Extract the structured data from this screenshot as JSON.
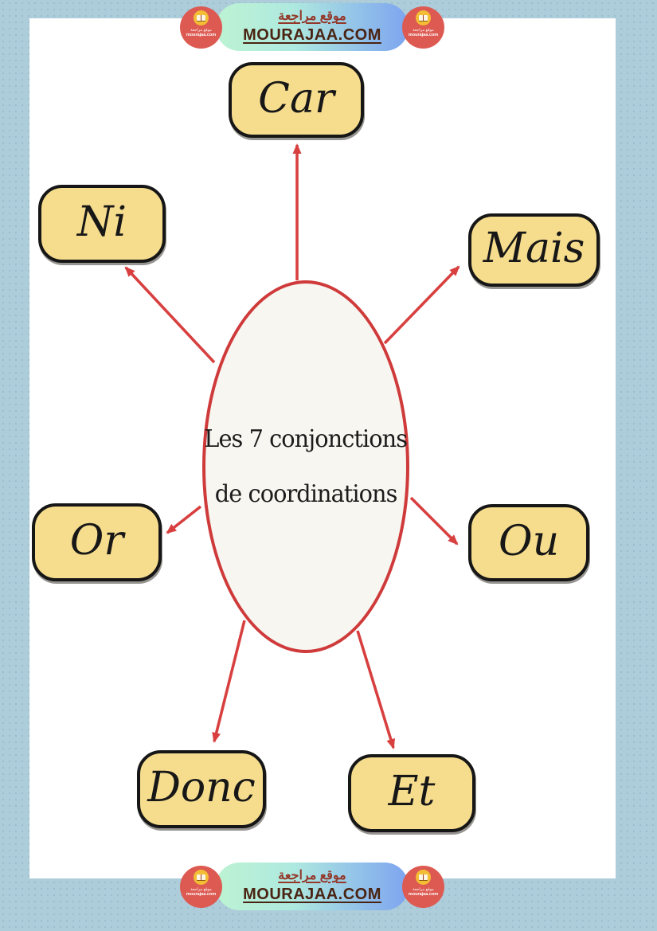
{
  "page": {
    "background": "#aecdda",
    "paper": "#ffffff"
  },
  "banner": {
    "site_name_ar": "موقع مراجعة",
    "site_url": "MOURAJAA.COM",
    "colors": {
      "gradient_start": "#bdf3d3",
      "gradient_end": "#7da4f0",
      "arabic_text": "#93382a",
      "url_text": "#4a2413"
    }
  },
  "logo": {
    "line1_ar": "موقع مراجعة",
    "line2_url": "mourajaa.com",
    "icon": "open-book",
    "colors": {
      "circle": "#dd5a52",
      "badge": "#f3bd35"
    }
  },
  "diagram": {
    "center_ellipse": {
      "line1": "Les 7 conjonctions",
      "line2": "de coordinations",
      "border_color": "#cf3a3a",
      "fill_color": "#f7f6f1"
    },
    "nodes": [
      {
        "id": "car",
        "label": "Car"
      },
      {
        "id": "ni",
        "label": "Ni"
      },
      {
        "id": "mais",
        "label": "Mais"
      },
      {
        "id": "or",
        "label": "Or"
      },
      {
        "id": "ou",
        "label": "Ou"
      },
      {
        "id": "donc",
        "label": "Donc"
      },
      {
        "id": "et",
        "label": "Et"
      }
    ],
    "node_style": {
      "fill": "#f6dd8e",
      "border": "#161616"
    },
    "arrow_color": "#d84040"
  }
}
